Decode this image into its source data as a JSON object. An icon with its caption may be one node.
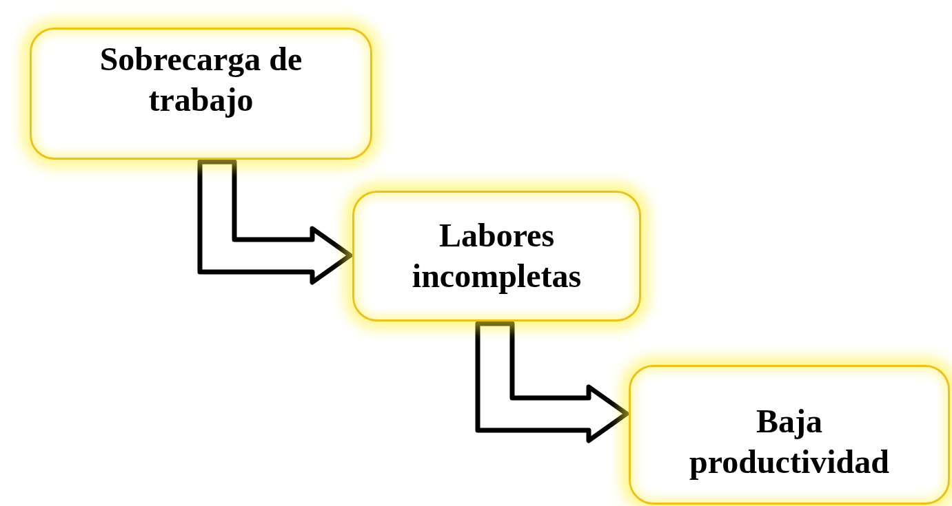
{
  "diagram": {
    "nodes": [
      {
        "text": [
          "Sobrecarga de trabajo"
        ]
      },
      {
        "text": [
          "Labores incompletas"
        ]
      },
      {
        "text": [
          "Baja productividad"
        ]
      }
    ],
    "edges": [
      {
        "from": 0,
        "to": 1,
        "arrow": "to",
        "style": "thick"
      },
      {
        "from": 1,
        "to": 2,
        "arrow": "to",
        "style": "thick"
      }
    ]
  }
}
